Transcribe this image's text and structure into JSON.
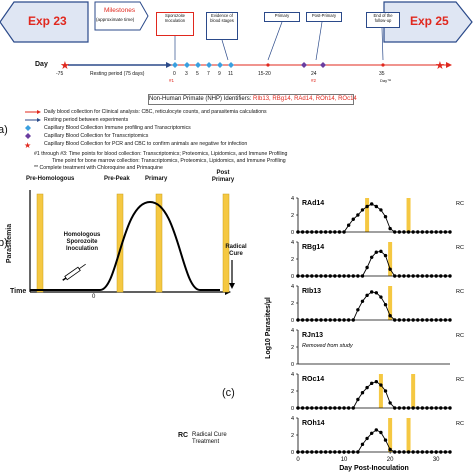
{
  "timeline": {
    "start_exp": "Exp 23",
    "end_exp": "Exp 25",
    "milestones_label": "Milestones",
    "milestones_sub": "(approximate time)",
    "day_label": "Day",
    "days": [
      "-75",
      "0",
      "3",
      "5",
      "7",
      "9",
      "11",
      "15-20",
      "24",
      "35",
      "Day™"
    ],
    "resting_text": "Resting period (75 days)",
    "box_inoculation": "Sporozoite Inoculation",
    "box_evidence": "Evidence of blood stages",
    "box_primary": "Primary",
    "box_post_primary": "Post-Primary",
    "box_end": "End of the follow-up",
    "mark_1": "#1",
    "mark_2": "#2",
    "mark_3": "#3"
  },
  "nhp": {
    "label": "Non-Human Primate (NHP) Identifiers:",
    "ids": "RIb13, RBg14, RAd14, ROh14, ROc14"
  },
  "legend": {
    "items": [
      "Daily blood collection for Clinical analysis: CBC, reticulocyte counts, and parasitemia calculations",
      "Resting period between experiments",
      "Capillary Blood Collection Immune profiling and Transcriptomics",
      "Capillary Blood Collection for Transcriptomics",
      "Capillary Blood Collection for PCR and CBC to confirm animals are negative for infection"
    ],
    "timepoints_1": "#1 through #3: Time points for blood collection: Transcriptomics; Proteomics, Lipidomics, and Immune Profiling",
    "timepoints_2": "Time point for bone marrow collection: Transcriptomics, Proteomics, Lipidomics, and Immune Profiling",
    "complete_treatment": "** Complete treatment with Chloroquine and Primaquine"
  },
  "panel_labels": {
    "a": "a)",
    "b": "b)",
    "c": "(c)"
  },
  "schematic": {
    "pre_homologous": "Pre-Homologous",
    "pre_peak": "Pre-Peak",
    "primary": "Primary",
    "post_primary": "Post Primary",
    "inoculation": "Homologous Sporozoite Inoculation",
    "radical_cure": "Radical Cure",
    "y_label": "Parasitemia",
    "x_label": "Time",
    "zero": "0"
  },
  "rc_legend": {
    "abbr": "RC",
    "text": "Radical Cure Treatment"
  },
  "charts": {
    "y_label": "Log10 Parasites/µl",
    "x_label": "Day Post-Inoculation",
    "x_ticks": [
      "0",
      "10",
      "20",
      "30"
    ],
    "y_ticks": [
      "0",
      "2",
      "4"
    ],
    "removed_note": "Removed from study",
    "rc_tag": "RC"
  },
  "chart_data": [
    {
      "type": "line",
      "title": "RAd14",
      "x": [
        0,
        1,
        2,
        3,
        4,
        5,
        6,
        7,
        8,
        9,
        10,
        11,
        12,
        13,
        14,
        15,
        16,
        17,
        18,
        19,
        20,
        21,
        22,
        23,
        24,
        25,
        26,
        27,
        28,
        29,
        30,
        31,
        32,
        33
      ],
      "values": [
        0,
        0,
        0,
        0,
        0,
        0,
        0,
        0,
        0,
        0,
        0,
        0.8,
        1.5,
        2.0,
        2.6,
        3.0,
        3.3,
        3.0,
        2.6,
        1.8,
        0.4,
        0,
        0,
        0,
        0,
        0,
        0,
        0,
        0,
        0,
        0,
        0,
        0,
        0
      ],
      "ylim": [
        0,
        4
      ],
      "xlim": [
        0,
        33
      ],
      "highlight_days": [
        15,
        24
      ]
    },
    {
      "type": "line",
      "title": "RBg14",
      "x": [
        0,
        1,
        2,
        3,
        4,
        5,
        6,
        7,
        8,
        9,
        10,
        11,
        12,
        13,
        14,
        15,
        16,
        17,
        18,
        19,
        20,
        21,
        22,
        23,
        24,
        25,
        26,
        27,
        28,
        29,
        30,
        31,
        32,
        33
      ],
      "values": [
        0,
        0,
        0,
        0,
        0,
        0,
        0,
        0,
        0,
        0,
        0,
        0,
        0,
        0,
        0,
        1.0,
        2.2,
        2.8,
        2.9,
        2.4,
        0.8,
        0,
        0,
        0,
        0,
        0,
        0,
        0,
        0,
        0,
        0,
        0,
        0,
        0
      ],
      "ylim": [
        0,
        4
      ],
      "xlim": [
        0,
        33
      ],
      "highlight_days": [
        20
      ]
    },
    {
      "type": "line",
      "title": "RIb13",
      "x": [
        0,
        1,
        2,
        3,
        4,
        5,
        6,
        7,
        8,
        9,
        10,
        11,
        12,
        13,
        14,
        15,
        16,
        17,
        18,
        19,
        20,
        21,
        22,
        23,
        24,
        25,
        26,
        27,
        28,
        29,
        30,
        31,
        32,
        33
      ],
      "values": [
        0,
        0,
        0,
        0,
        0,
        0,
        0,
        0,
        0,
        0,
        0,
        0,
        0,
        1.2,
        2.2,
        2.9,
        3.3,
        3.2,
        2.7,
        1.8,
        0.5,
        0,
        0,
        0,
        0,
        0,
        0,
        0,
        0,
        0,
        0,
        0,
        0,
        0
      ],
      "ylim": [
        0,
        4
      ],
      "xlim": [
        0,
        33
      ],
      "highlight_days": [
        20
      ]
    },
    {
      "type": "line",
      "title": "RJn13",
      "x": [],
      "values": [],
      "ylim": [
        0,
        4
      ],
      "xlim": [
        0,
        33
      ],
      "highlight_days": []
    },
    {
      "type": "line",
      "title": "ROc14",
      "x": [
        0,
        1,
        2,
        3,
        4,
        5,
        6,
        7,
        8,
        9,
        10,
        11,
        12,
        13,
        14,
        15,
        16,
        17,
        18,
        19,
        20,
        21,
        22,
        23,
        24,
        25,
        26,
        27,
        28,
        29,
        30,
        31,
        32,
        33
      ],
      "values": [
        0,
        0,
        0,
        0,
        0,
        0,
        0,
        0,
        0,
        0,
        0,
        0,
        0,
        1.0,
        1.8,
        2.4,
        2.9,
        3.1,
        2.7,
        2.0,
        0.6,
        0,
        0,
        0,
        0,
        0,
        0,
        0,
        0,
        0,
        0,
        0,
        0,
        0
      ],
      "ylim": [
        0,
        4
      ],
      "xlim": [
        0,
        33
      ],
      "highlight_days": [
        18,
        25
      ]
    },
    {
      "type": "line",
      "title": "ROh14",
      "x": [
        0,
        1,
        2,
        3,
        4,
        5,
        6,
        7,
        8,
        9,
        10,
        11,
        12,
        13,
        14,
        15,
        16,
        17,
        18,
        19,
        20,
        21,
        22,
        23,
        24,
        25,
        26,
        27,
        28,
        29,
        30,
        31,
        32,
        33
      ],
      "values": [
        0,
        0,
        0,
        0,
        0,
        0,
        0,
        0,
        0,
        0,
        0,
        0,
        0,
        0,
        0.9,
        1.6,
        2.2,
        2.6,
        2.3,
        1.4,
        0.3,
        0,
        0,
        0,
        0,
        0,
        0,
        0,
        0,
        0,
        0,
        0,
        0,
        0
      ],
      "ylim": [
        0,
        4
      ],
      "xlim": [
        0,
        33
      ],
      "highlight_days": [
        20,
        24
      ]
    }
  ],
  "colors": {
    "arrow_fill": "#dfe6f3",
    "arrow_stroke": "#2b4a8a",
    "highlight": "#f5c842",
    "red": "#e0281e",
    "diamond_blue": "#3aa0e0",
    "diamond_purple": "#6a3da0"
  }
}
